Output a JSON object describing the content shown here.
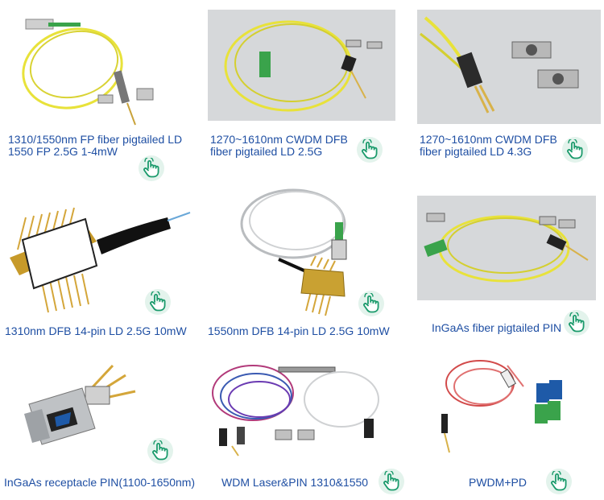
{
  "products": [
    {
      "title_line1": "1310/1550nm FP fiber pigtailed LD",
      "title_line2": "1550 FP 2.5G 1-4mW",
      "icon": "hand-pointer-icon"
    },
    {
      "title_line1": "1270~1610nm CWDM DFB",
      "title_line2": "fiber pigtailed LD 2.5G",
      "icon": "hand-pointer-icon"
    },
    {
      "title_line1": "1270~1610nm CWDM DFB",
      "title_line2": "fiber pigtailed LD 4.3G",
      "icon": "hand-pointer-icon"
    },
    {
      "title_line1": "1310nm DFB 14-pin LD 2.5G 10mW",
      "icon": "hand-pointer-icon"
    },
    {
      "title_line1": "1550nm DFB 14-pin LD 2.5G 10mW",
      "icon": "hand-pointer-icon"
    },
    {
      "title_line1": "InGaAs fiber pigtailed PIN",
      "icon": "hand-pointer-icon"
    },
    {
      "title_line1": "InGaAs receptacle PIN(1100-1650nm)",
      "icon": "hand-pointer-icon"
    },
    {
      "title_line1": "WDM Laser&PIN 1310&1550",
      "icon": "hand-pointer-icon"
    },
    {
      "title_line1": "PWDM+PD",
      "icon": "hand-pointer-icon"
    }
  ],
  "colors": {
    "label": "#1f4fa3",
    "icon_bg": "#e3f3ec",
    "icon_fg": "#1a9a6b",
    "photo_bg": "#d6d8da",
    "fiber": "#e8e23a"
  }
}
